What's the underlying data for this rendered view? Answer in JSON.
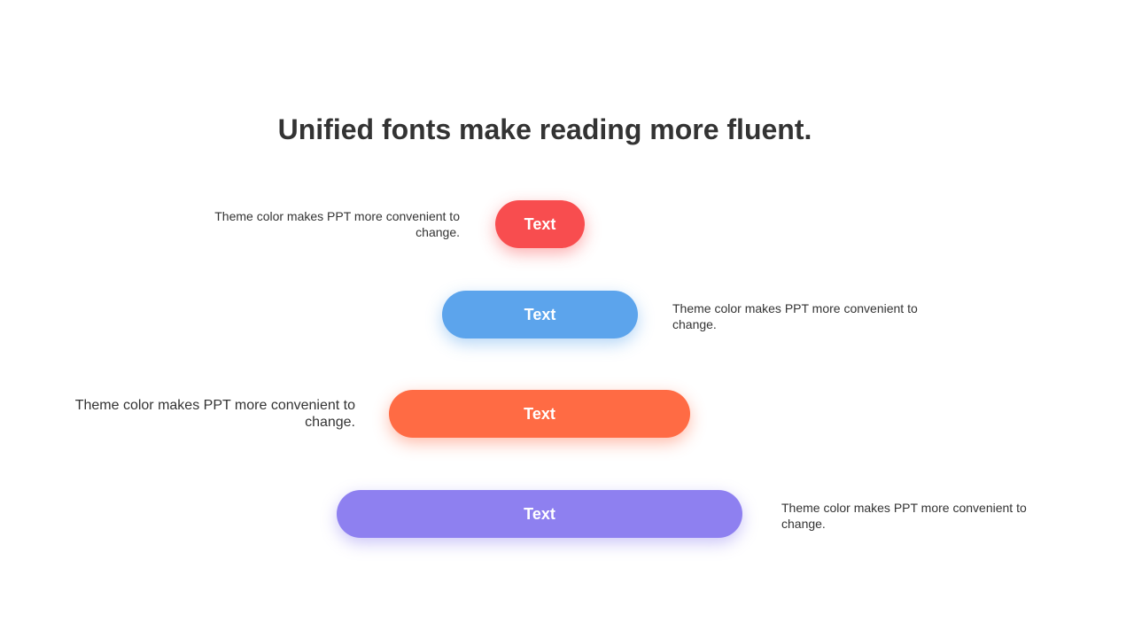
{
  "title": "Unified fonts make reading more fluent.",
  "colors": {
    "red": "#f84d4f",
    "blue": "#5ca4ec",
    "orange": "#ff6b44",
    "purple": "#8e80f0",
    "text": "#333333"
  },
  "rows": [
    {
      "label": "Text",
      "description": "Theme  color makes PPT more convenient to change.",
      "color": "red",
      "description_side": "left"
    },
    {
      "label": "Text",
      "description": "Theme  color makes PPT more convenient to change.",
      "color": "blue",
      "description_side": "right"
    },
    {
      "label": "Text",
      "description": "Theme  color makes PPT more convenient to change.",
      "color": "orange",
      "description_side": "left"
    },
    {
      "label": "Text",
      "description": "Theme  color makes PPT more convenient to change.",
      "color": "purple",
      "description_side": "right"
    }
  ]
}
